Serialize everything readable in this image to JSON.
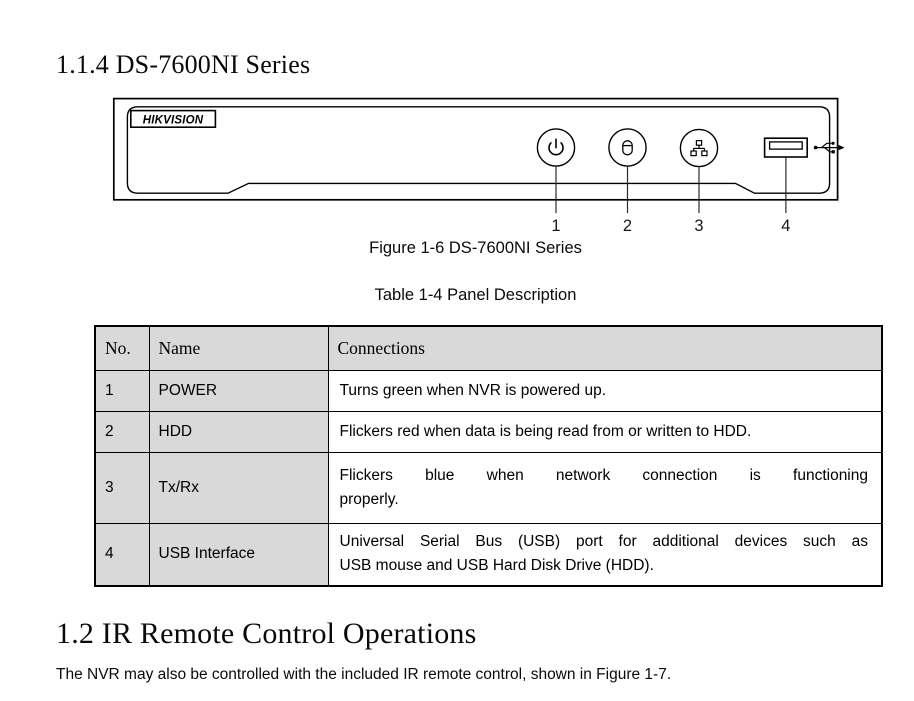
{
  "section1": {
    "heading": "1.1.4 DS-7600NI Series"
  },
  "figure": {
    "caption": "Figure 1-6 DS-7600NI Series",
    "device": {
      "brand": "HIKVISION",
      "indicators": [
        {
          "callout": "1",
          "icon": "power-icon"
        },
        {
          "callout": "2",
          "icon": "hdd-icon"
        },
        {
          "callout": "3",
          "icon": "network-icon"
        },
        {
          "callout": "4",
          "icon": "usb-port"
        }
      ]
    }
  },
  "table": {
    "caption": "Table 1-4 Panel Description",
    "headers": {
      "no": "No.",
      "name": "Name",
      "connections": "Connections"
    },
    "rows": [
      {
        "no": "1",
        "name": "POWER",
        "lines": [
          "Turns green when NVR is powered up."
        ]
      },
      {
        "no": "2",
        "name": "HDD",
        "lines": [
          "Flickers red when data is being read from or written to HDD."
        ]
      },
      {
        "no": "3",
        "name": "Tx/Rx",
        "lines": [
          "Flickers blue when network connection is functioning",
          "properly."
        ]
      },
      {
        "no": "4",
        "name": "USB Interface",
        "lines": [
          "Universal Serial Bus (USB) port for additional devices such as",
          "USB mouse and USB Hard Disk Drive (HDD)."
        ]
      }
    ]
  },
  "section2": {
    "heading": "1.2 IR Remote Control Operations",
    "body": "The NVR may also be controlled with the included IR remote control, shown in Figure 1-7."
  },
  "colors": {
    "line": "#000000",
    "table_shading": "#d9d9d9",
    "page_bg": "#ffffff"
  }
}
